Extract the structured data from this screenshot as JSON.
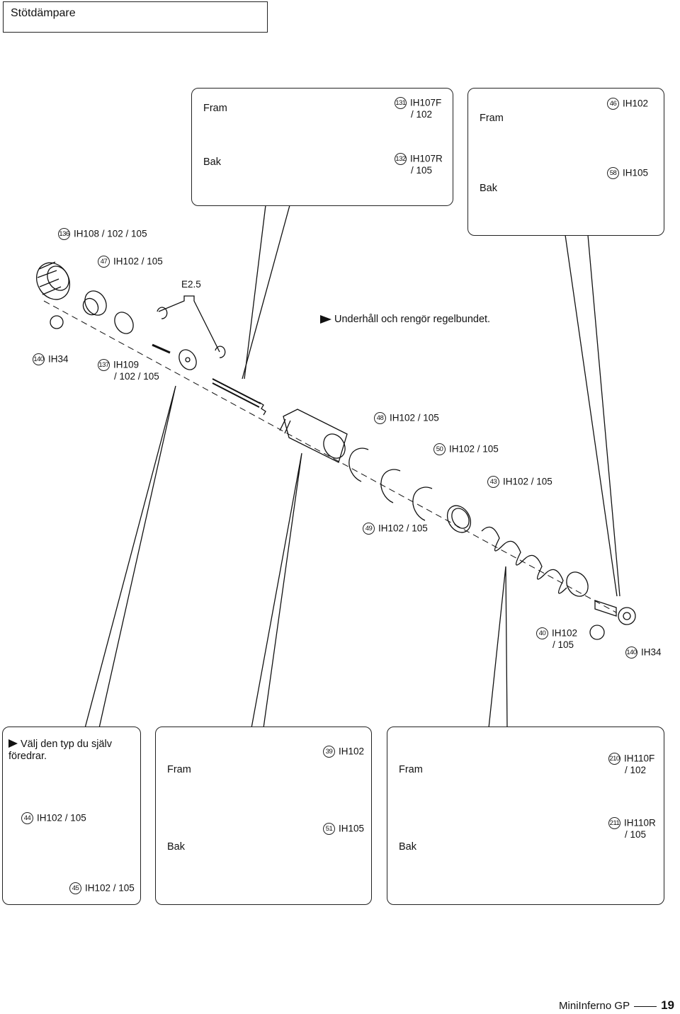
{
  "title": "Stötdämpare",
  "panels": {
    "shaft": {
      "front_label": "Fram",
      "rear_label": "Bak",
      "front_part": {
        "num": "131",
        "code": "IH107F",
        "code2": "/ 102"
      },
      "rear_part": {
        "num": "132",
        "code": "IH107R",
        "code2": "/ 105"
      }
    },
    "rod_end": {
      "front_label": "Fram",
      "rear_label": "Bak",
      "front_part": {
        "num": "46",
        "code": "IH102"
      },
      "rear_part": {
        "num": "58",
        "code": "IH105"
      }
    },
    "choose": {
      "note": "Välj den typ du själv föredrar.",
      "part44": {
        "num": "44",
        "code": "IH102 / 105"
      },
      "part45": {
        "num": "45",
        "code": "IH102 / 105"
      }
    },
    "body": {
      "front_label": "Fram",
      "rear_label": "Bak",
      "front_part": {
        "num": "39",
        "code": "IH102"
      },
      "rear_part": {
        "num": "51",
        "code": "IH105"
      }
    },
    "spring": {
      "front_label": "Fram",
      "rear_label": "Bak",
      "front_part": {
        "num": "210",
        "code": "IH110F",
        "code2": "/ 102"
      },
      "rear_part": {
        "num": "211",
        "code": "IH110R",
        "code2": "/ 105"
      }
    }
  },
  "main_parts": {
    "p136": {
      "num": "136",
      "code": "IH108 / 102 / 105"
    },
    "p47": {
      "num": "47",
      "code": "IH102 / 105"
    },
    "e25": "E2.5",
    "maintenance_note": "Underhåll och rengör regelbundet.",
    "p140a": {
      "num": "140",
      "code": "IH34"
    },
    "p137": {
      "num": "137",
      "code": "IH109",
      "code2": "/ 102 / 105"
    },
    "p48": {
      "num": "48",
      "code": "IH102 / 105"
    },
    "p50": {
      "num": "50",
      "code": "IH102 / 105"
    },
    "p43": {
      "num": "43",
      "code": "IH102 / 105"
    },
    "p49": {
      "num": "49",
      "code": "IH102 / 105"
    },
    "p40": {
      "num": "40",
      "code": "IH102",
      "code2": "/ 105"
    },
    "p140b": {
      "num": "140",
      "code": "IH34"
    }
  },
  "footer": {
    "product": "MiniInferno GP",
    "page": "19"
  }
}
